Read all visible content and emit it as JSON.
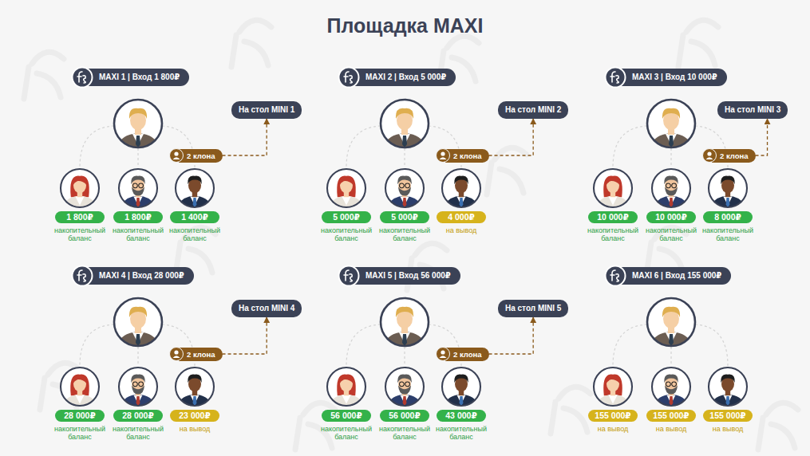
{
  "diagram": {
    "title": "Площадка MAXI",
    "nodes": [
      {
        "text": [
          "MAXI 1 | Вход 1 800₽"
        ]
      },
      {
        "text": [
          "На стол MINI 1"
        ]
      },
      {
        "text": [
          "2 клона"
        ]
      },
      {
        "text": [
          "1 800₽",
          "накопительный баланс"
        ]
      },
      {
        "text": [
          "1 800₽",
          "накопительный баланс"
        ]
      },
      {
        "text": [
          "1 400₽",
          "накопительный баланс"
        ]
      },
      {
        "text": [
          "MAXI 2 | Вход 5 000₽"
        ]
      },
      {
        "text": [
          "На стол MINI 2"
        ]
      },
      {
        "text": [
          "2 клона"
        ]
      },
      {
        "text": [
          "5 000₽",
          "накопительный баланс"
        ]
      },
      {
        "text": [
          "5 000₽",
          "накопительный баланс"
        ]
      },
      {
        "text": [
          "4 000₽",
          "на вывод"
        ]
      },
      {
        "text": [
          "MAXI 3 | Вход 10 000₽"
        ]
      },
      {
        "text": [
          "На стол MINI 3"
        ]
      },
      {
        "text": [
          "2 клона"
        ]
      },
      {
        "text": [
          "10 000₽",
          "накопительный баланс"
        ]
      },
      {
        "text": [
          "10 000₽",
          "накопительный баланс"
        ]
      },
      {
        "text": [
          "8 000₽",
          "накопительный баланс"
        ]
      },
      {
        "text": [
          "MAXI 4 | Вход 28 000₽"
        ]
      },
      {
        "text": [
          "На стол MINI 4"
        ]
      },
      {
        "text": [
          "2 клона"
        ]
      },
      {
        "text": [
          "28 000₽",
          "накопительный баланс"
        ]
      },
      {
        "text": [
          "28 000₽",
          "накопительный баланс"
        ]
      },
      {
        "text": [
          "23 000₽",
          "на вывод"
        ]
      },
      {
        "text": [
          "MAXI 5 | Вход 56 000₽"
        ]
      },
      {
        "text": [
          "На стол MINI 5"
        ]
      },
      {
        "text": [
          "2 клона"
        ]
      },
      {
        "text": [
          "56 000₽",
          "накопительный баланс"
        ]
      },
      {
        "text": [
          "56 000₽",
          "накопительный баланс"
        ]
      },
      {
        "text": [
          "43 000₽",
          "накопительный баланс"
        ]
      },
      {
        "text": [
          "MAXI 6 | Вход 155 000₽"
        ]
      },
      {
        "text": [
          "155 000₽",
          "на вывод"
        ]
      },
      {
        "text": [
          "155 000₽",
          "на вывод"
        ]
      },
      {
        "text": [
          "155 000₽",
          "на вывод"
        ]
      }
    ],
    "edges": [
      {
        "from": 2,
        "to": 1,
        "arrow": "to"
      },
      {
        "from": 8,
        "to": 7,
        "arrow": "to"
      },
      {
        "from": 14,
        "to": 13,
        "arrow": "to"
      },
      {
        "from": 20,
        "to": 19,
        "arrow": "to"
      },
      {
        "from": 26,
        "to": 25,
        "arrow": "to"
      }
    ]
  }
}
